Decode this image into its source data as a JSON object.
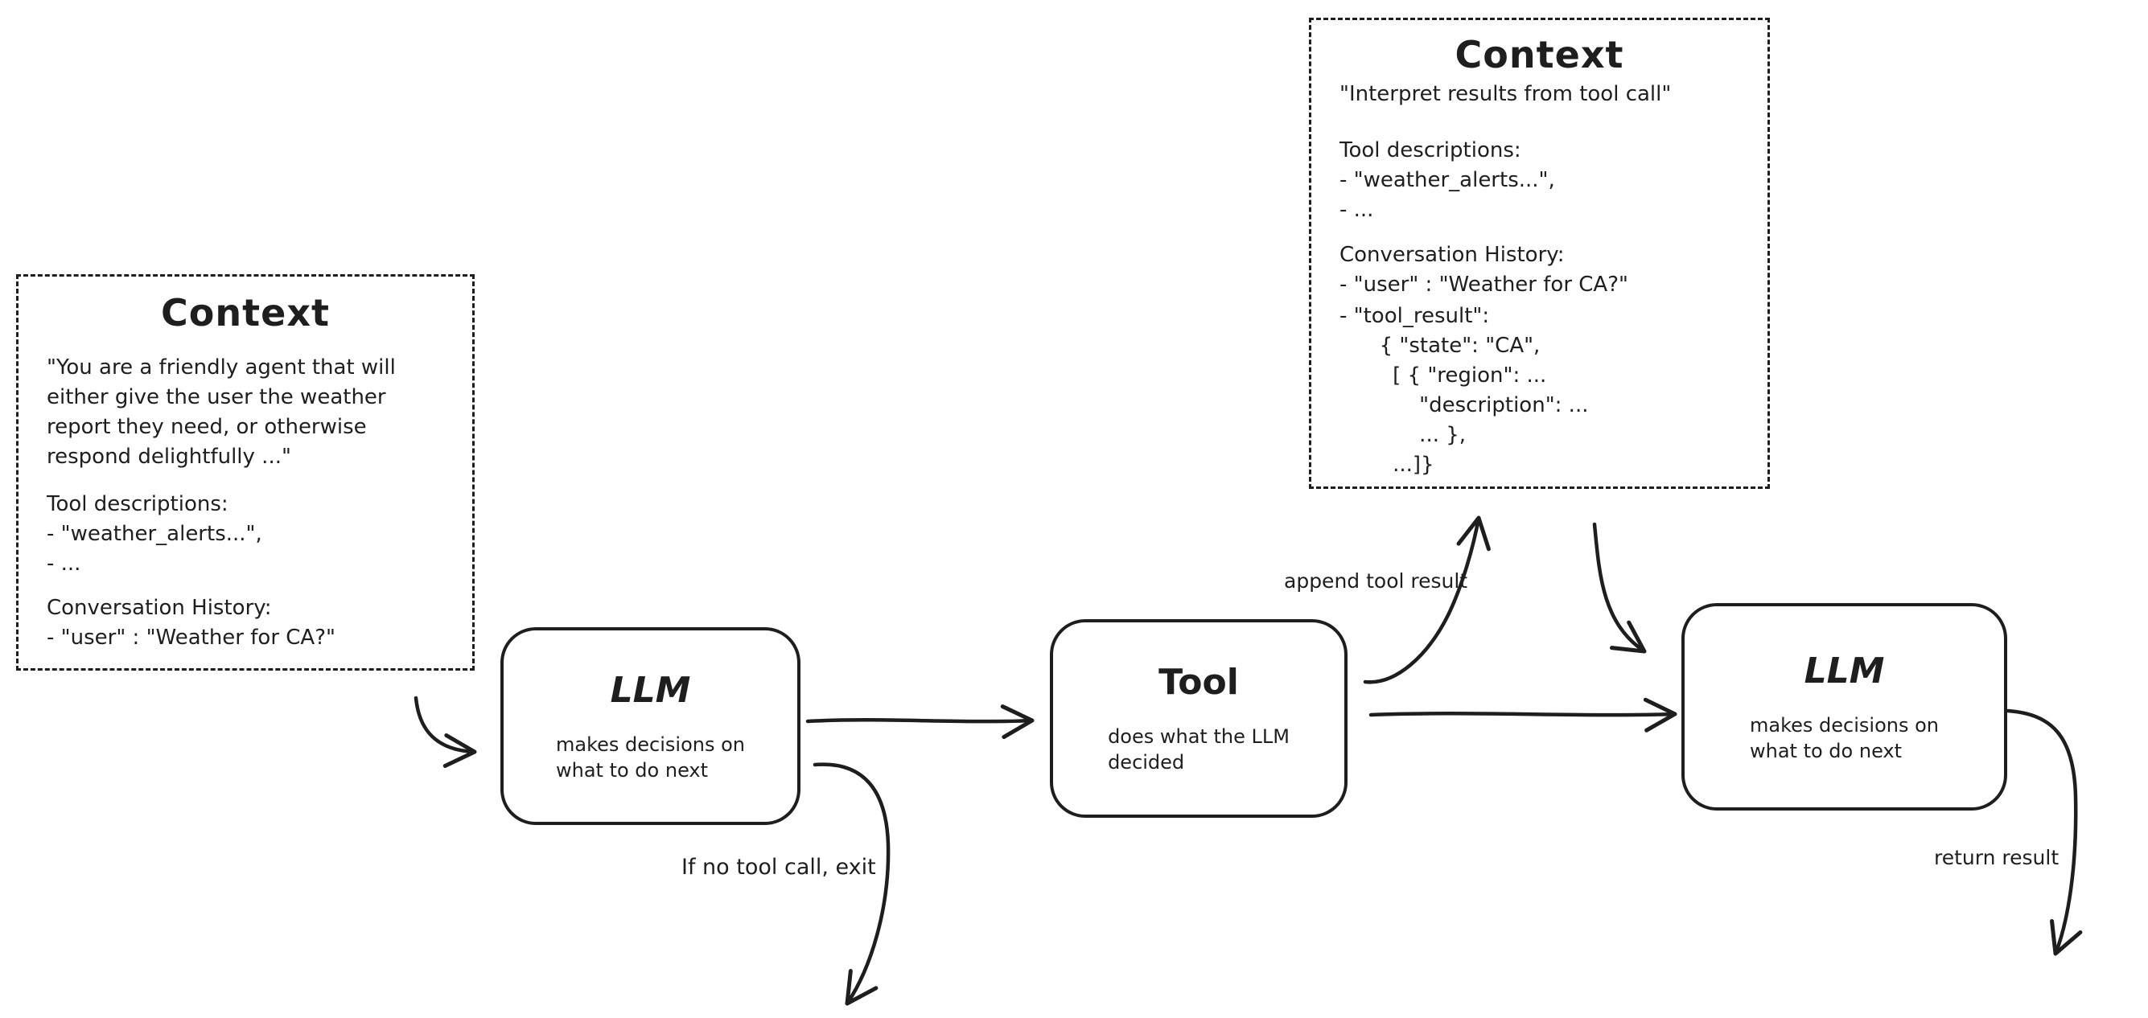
{
  "colors": {
    "ink": "#1e1e1e",
    "background": "#ffffff"
  },
  "context_box_1": {
    "title": "Context",
    "system_prompt": "\"You are a friendly agent that will\neither give the user the weather\nreport they need, or otherwise\nrespond delightfully ...\"",
    "tool_descriptions": "Tool descriptions:\n- \"weather_alerts...\",\n- ...",
    "conversation_history": "Conversation History:\n- \"user\" : \"Weather for CA?\""
  },
  "context_box_2": {
    "title": "Context",
    "instruction": "\"Interpret results from tool call\"",
    "tool_descriptions": "Tool descriptions:\n- \"weather_alerts...\",\n- ...",
    "conversation_history": "Conversation History:\n- \"user\" : \"Weather for CA?\"",
    "tool_result": "- \"tool_result\":\n      { \"state\": \"CA\",\n        [ { \"region\": ...\n            \"description\": ...\n            ... },\n        ...]}"
  },
  "nodes": {
    "llm_1": {
      "title": "LLM",
      "description": "makes decisions on\nwhat to do next"
    },
    "tool": {
      "title": "Tool",
      "description": "does what the LLM\ndecided"
    },
    "llm_2": {
      "title": "LLM",
      "description": "makes decisions on\nwhat to do next"
    }
  },
  "edge_labels": {
    "append_tool_result": "append tool result",
    "if_no_tool_call_exit": "If no tool call, exit",
    "return_result": "return result"
  }
}
